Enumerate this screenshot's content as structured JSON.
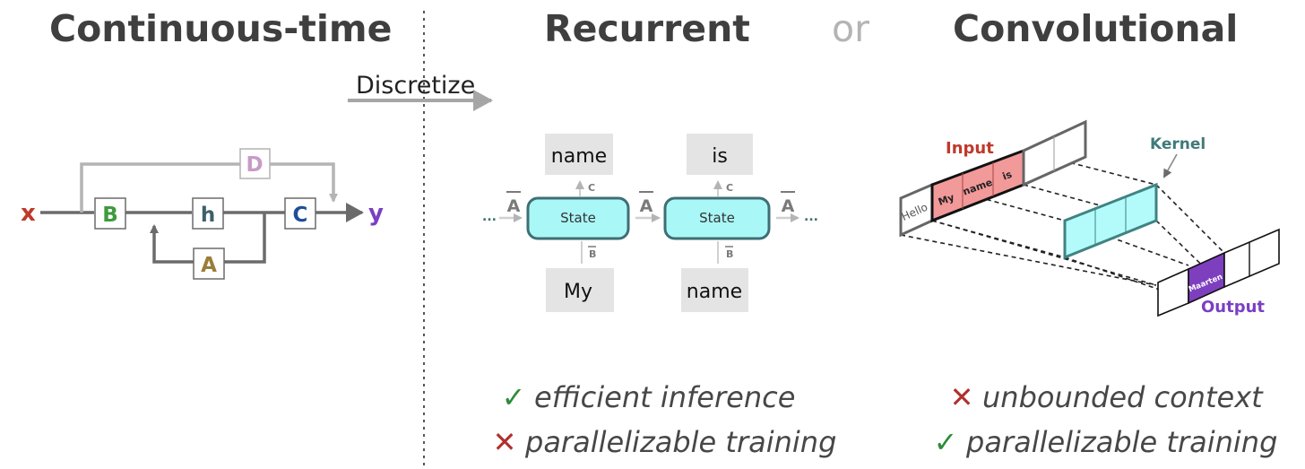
{
  "headers": {
    "continuous": "Continuous-time",
    "recurrent": "Recurrent",
    "or": "or",
    "convolutional": "Convolutional"
  },
  "discretize": "Discretize",
  "continuous_diagram": {
    "input": "x",
    "output": "y",
    "blocks": {
      "b": "B",
      "h": "h",
      "c": "C",
      "a": "A",
      "d": "D"
    }
  },
  "recurrent_diagram": {
    "state_label": "State",
    "outputs": [
      "name",
      "is"
    ],
    "inputs": [
      "My",
      "name"
    ],
    "a_bar": "A",
    "b_bar": "B",
    "c_label": "C",
    "ellipsis": "..."
  },
  "convolutional_diagram": {
    "input_label": "Input",
    "kernel_label": "Kernel",
    "output_label": "Output",
    "tokens": [
      "Hello",
      "My",
      "name",
      "is"
    ],
    "output_token": "Maarten"
  },
  "recurrent_verdicts": [
    {
      "mark": "✓",
      "ok": true,
      "text": "efficient inference"
    },
    {
      "mark": "✕",
      "ok": false,
      "text": "parallelizable training"
    }
  ],
  "convolutional_verdicts": [
    {
      "mark": "✕",
      "ok": false,
      "text": "unbounded context"
    },
    {
      "mark": "✓",
      "ok": true,
      "text": "parallelizable training"
    }
  ],
  "colors": {
    "title": "#3f3f3f",
    "muted": "#b4b4b4",
    "input_red": "#c0392b",
    "output_purple": "#7a3fc4",
    "block_b": "#3f9a3f",
    "block_h": "#3e5f6a",
    "block_c": "#1f4e99",
    "block_a": "#9a7d3a",
    "block_d": "#c79bc7",
    "state_fill": "#aaf7f7",
    "state_stroke": "#3e6f74",
    "token_box": "#e4e4e4",
    "input_cells": "#f2999a",
    "kernel_fill": "#b3fafa",
    "kernel_stroke": "#3f8383",
    "output_cell": "#7e3fbf",
    "check": "#2e8b3a",
    "cross": "#b0302c"
  }
}
